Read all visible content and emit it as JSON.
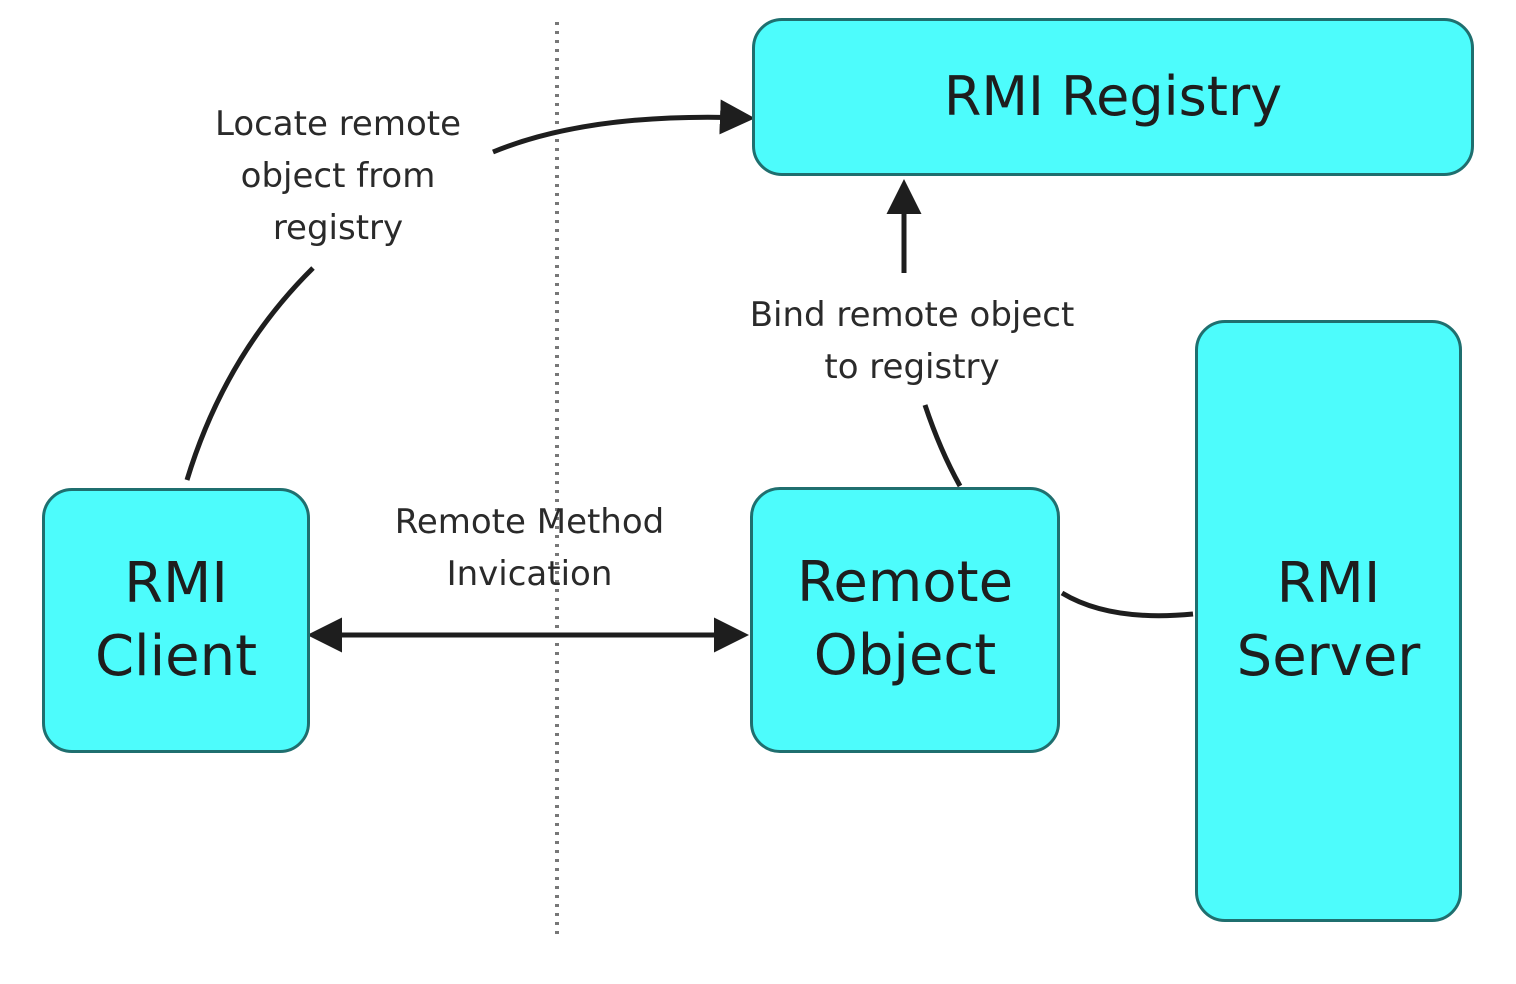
{
  "colors": {
    "box_fill": "#4dfcfc",
    "box_border": "#1f6f6f",
    "line": "#1e1e1e",
    "divider": "#777777"
  },
  "boxes": {
    "registry": "RMI Registry",
    "client": "RMI\nClient",
    "remote_object": "Remote\nObject",
    "server": "RMI\nServer"
  },
  "labels": {
    "locate": "Locate remote\nobject from\nregistry",
    "bind": "Bind remote object\nto registry",
    "method_invocation": "Remote Method\nInvication"
  }
}
